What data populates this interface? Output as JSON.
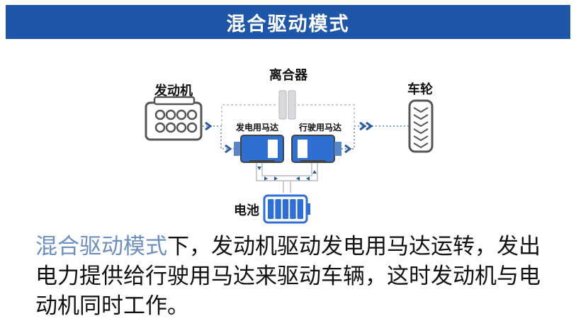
{
  "title": "混合驱动模式",
  "diagram": {
    "labels": {
      "engine": "发动机",
      "clutch": "离合器",
      "wheel": "车轮",
      "generator": "发电用马达",
      "traction_motor": "行驶用马达",
      "battery": "电池"
    },
    "battery_cells": 5
  },
  "caption": {
    "highlight": "混合驱动模式",
    "text": "下，发动机驱动发电用马达运转，发出电力提供给行驶用马达来驱动车辆，这时发动机与电动机同时工作。"
  },
  "colors": {
    "title_bg": "#1f57a8",
    "motor_blue": "#2f6fd1",
    "highlight_text": "#6c8fbf",
    "arrow": "#2f5d9a",
    "line_gray": "#c9ccd0"
  }
}
